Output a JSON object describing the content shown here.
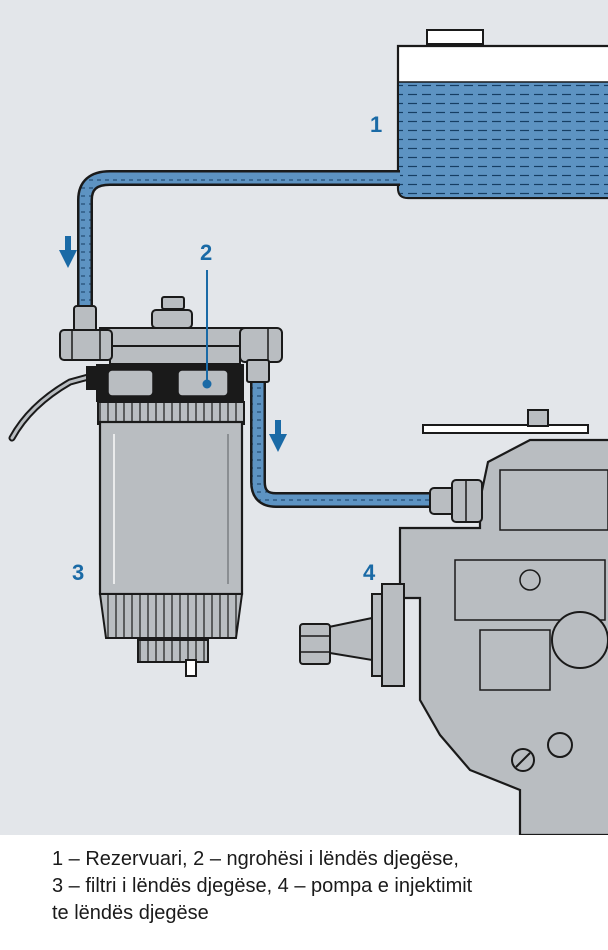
{
  "labels": {
    "tank": "1",
    "heater": "2",
    "filter": "3",
    "pump": "4"
  },
  "caption": {
    "line1": "1 – Rezervuari, 2 – ngrohësi i lëndës djegëse,",
    "line2": "3 – filtri i lëndës djegëse, 4 – pompa e injektimit",
    "line3": "te lëndës djegëse"
  },
  "colors": {
    "panel": "#e3e6ea",
    "fuel": "#3a78ad",
    "accent": "#1a6aa6",
    "metal": "#b9bdc1",
    "outline": "#1a1a1a"
  },
  "icons": {
    "flow_arrow_1": "arrow-down-icon",
    "flow_arrow_2": "arrow-down-icon"
  }
}
